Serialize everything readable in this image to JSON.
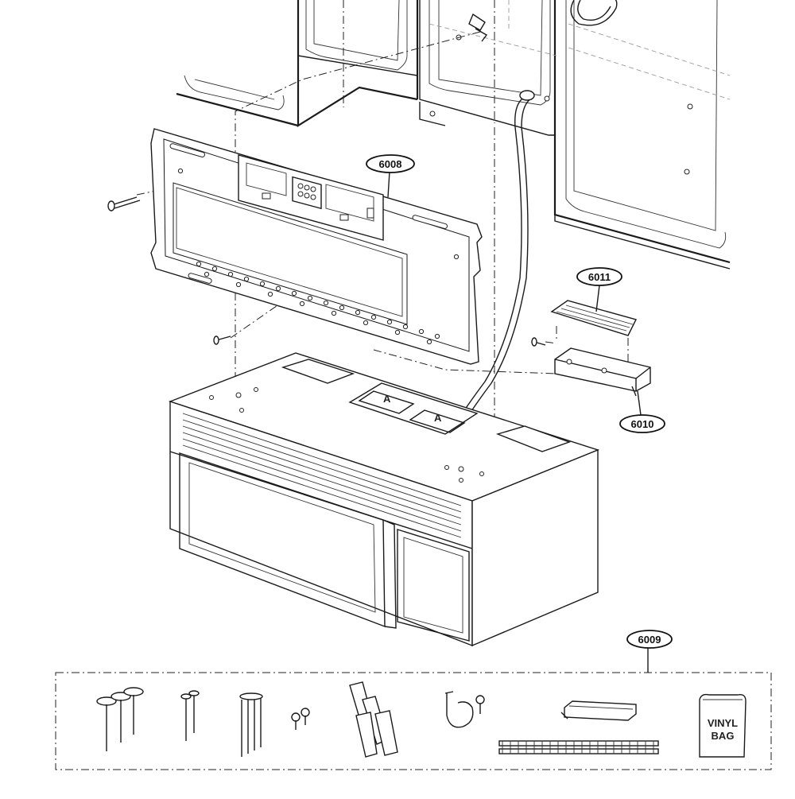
{
  "diagram": {
    "part_labels": {
      "p6008": "6008",
      "p6011": "6011",
      "p6010": "6010",
      "p6009": "6009"
    },
    "bag_label": {
      "line1": "VINYL",
      "line2": "BAG"
    },
    "terminal_marks": {
      "left": "A",
      "right": "A"
    }
  }
}
